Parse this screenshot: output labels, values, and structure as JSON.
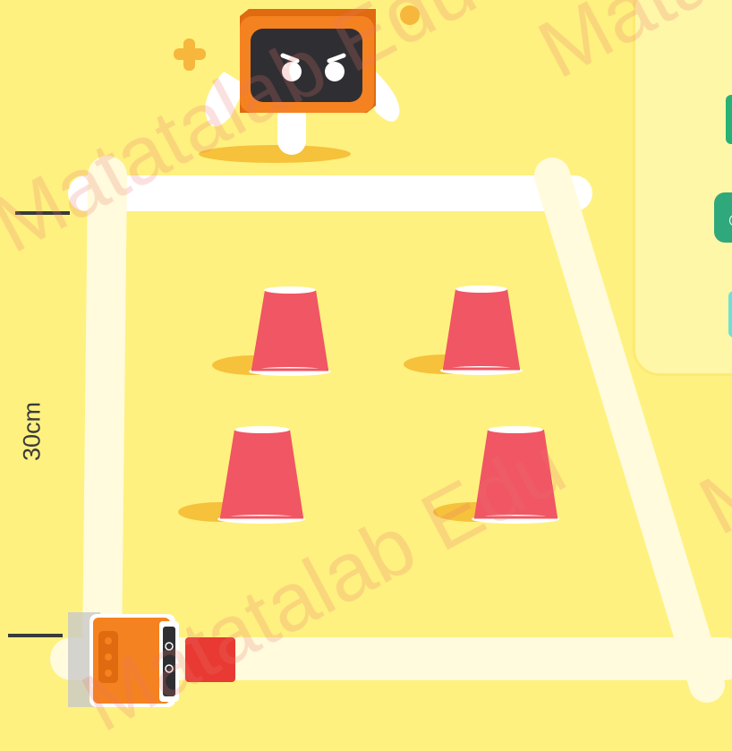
{
  "scene": {
    "distance_label": "30cm",
    "watermark_text": "Matatalab Edu",
    "colors": {
      "background": "#fef17f",
      "track": "#fffbdc",
      "cup": "#f05663",
      "cup_shadow": "#f6c13b",
      "robot_orange": "#f58220",
      "robot_screen": "#2f2f33",
      "goal_marker": "#e83a32"
    },
    "cups": [
      {
        "name": "cup-top-left"
      },
      {
        "name": "cup-top-right"
      },
      {
        "name": "cup-bottom-left"
      },
      {
        "name": "cup-bottom-right"
      }
    ],
    "icons": [
      "mascot-robot-icon",
      "sparkle-plus-icon",
      "robot-car-icon",
      "goal-marker-icon"
    ]
  }
}
